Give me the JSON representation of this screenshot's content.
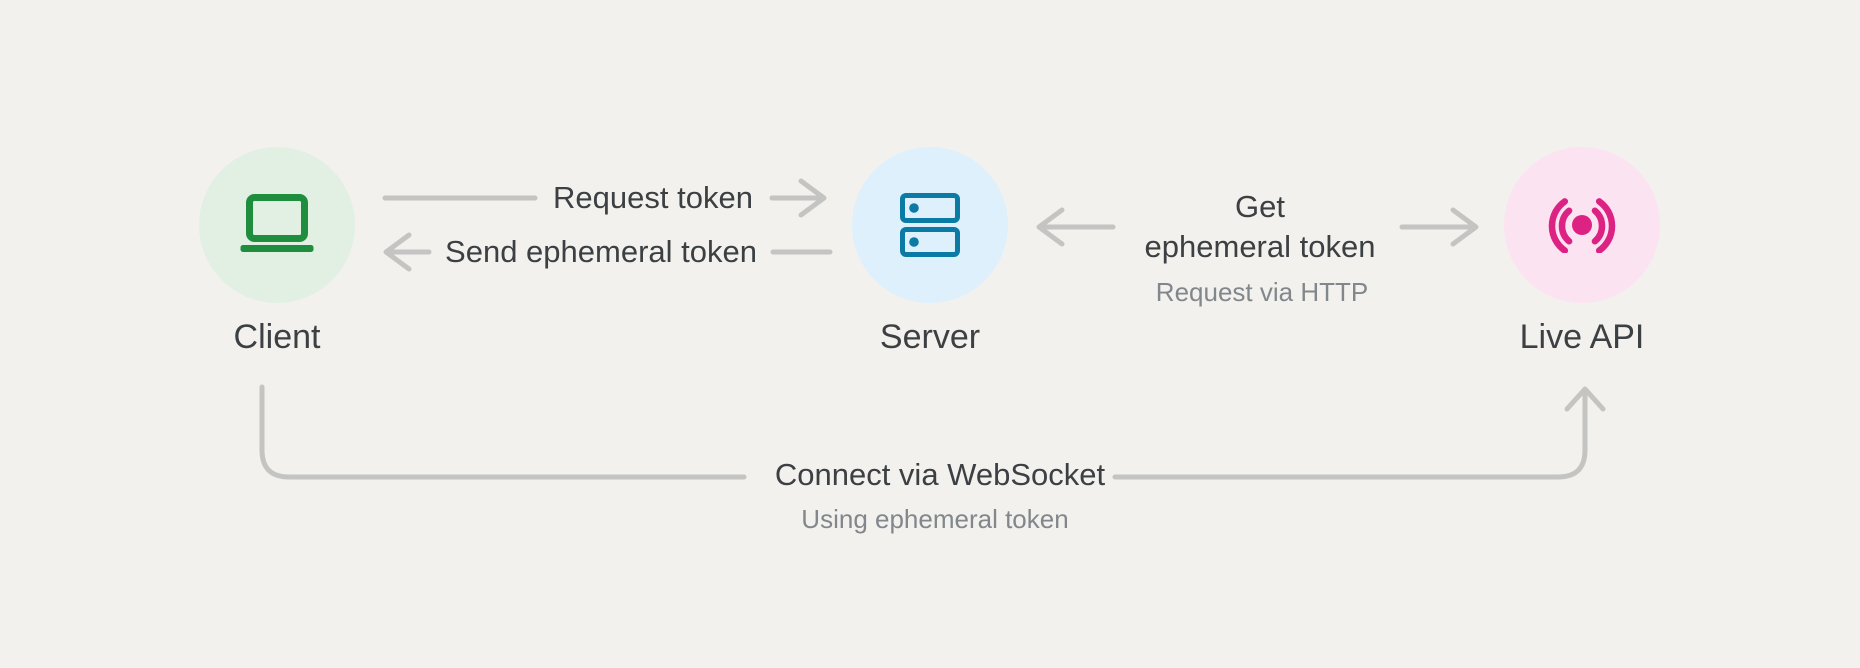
{
  "nodes": {
    "client": {
      "label": "Client",
      "icon": "laptop-icon",
      "accent": "#1e8e3e",
      "circle_bg": "#e2f0e4"
    },
    "server": {
      "label": "Server",
      "icon": "server-icon",
      "accent": "#0b7ba6",
      "circle_bg": "#def0fb"
    },
    "live_api": {
      "label": "Live API",
      "icon": "broadcast-icon",
      "accent": "#dc2384",
      "circle_bg": "#fbe3f2"
    }
  },
  "edges": {
    "request_token": {
      "from": "client",
      "to": "server",
      "label": "Request token"
    },
    "send_ephemeral_token": {
      "from": "server",
      "to": "client",
      "label": "Send ephemeral token"
    },
    "get_ephemeral_token": {
      "from": "server",
      "to": "live_api",
      "label": "Get\nephemeral token",
      "sublabel": "Request via HTTP"
    },
    "connect_websocket": {
      "from": "client",
      "to": "live_api",
      "label": "Connect via WebSocket",
      "sublabel": "Using ephemeral token"
    }
  },
  "colors": {
    "background": "#f2f1ee",
    "text_primary": "#3c4043",
    "text_secondary": "#82878b",
    "connector": "#c4c4c2"
  }
}
